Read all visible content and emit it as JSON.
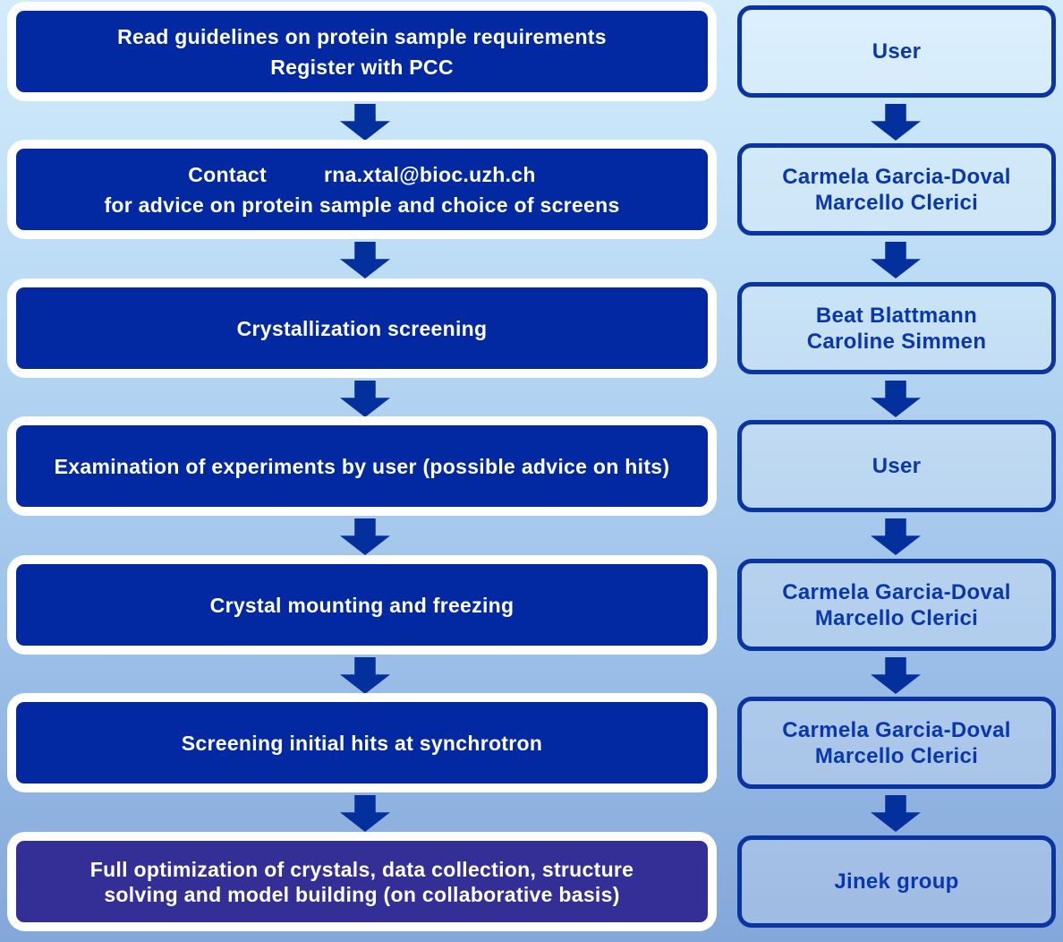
{
  "colors": {
    "background_top": "#d3ecfc",
    "background_bottom": "#84a7da",
    "step_box_fill": "#0229a2",
    "final_step_box_fill": "#332f97",
    "step_text": "#ffffff",
    "frame_fill": "#ffffff",
    "arrow_fill": "#04309e",
    "owner_box_border": "#0a34a2",
    "owner_text": "#0a38ac"
  },
  "flow": {
    "steps": [
      {
        "lines": [
          "Read guidelines on protein sample requirements",
          "Register with PCC"
        ]
      },
      {
        "contact_label": "Contact",
        "contact_email": "rna.xtal@bioc.uzh.ch",
        "lines": [
          "for advice on protein sample and choice of screens"
        ]
      },
      {
        "lines": [
          "Crystallization screening"
        ]
      },
      {
        "lines": [
          "Examination of experiments by user (possible advice on hits)"
        ]
      },
      {
        "lines": [
          "Crystal mounting and freezing"
        ]
      },
      {
        "lines": [
          "Screening initial hits at synchrotron"
        ]
      },
      {
        "lines": [
          "Full optimization of crystals, data collection, structure",
          "solving and model building (on collaborative basis)"
        ]
      }
    ],
    "owners": [
      {
        "lines": [
          "User"
        ]
      },
      {
        "lines": [
          "Carmela Garcia-Doval",
          "Marcello Clerici"
        ]
      },
      {
        "lines": [
          "Beat Blattmann",
          "Caroline Simmen"
        ]
      },
      {
        "lines": [
          "User"
        ]
      },
      {
        "lines": [
          "Carmela Garcia-Doval",
          "Marcello Clerici"
        ]
      },
      {
        "lines": [
          "Carmela Garcia-Doval",
          "Marcello Clerici"
        ]
      },
      {
        "lines": [
          "Jinek group"
        ]
      }
    ]
  }
}
